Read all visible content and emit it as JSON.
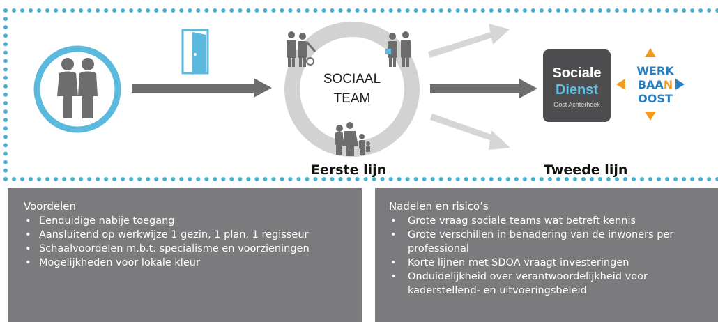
{
  "diagram": {
    "team_lines": [
      "SOCIAAL",
      "TEAM"
    ],
    "first_line_label": "Eerste lijn",
    "second_line_label": "Tweede lijn",
    "sociale_dienst": {
      "line1": "Sociale",
      "line2": "Dienst",
      "line3": "Oost Achterhoek"
    },
    "werkbaan": {
      "line1": "WERK",
      "line2_a": "BAA",
      "line2_b": "N",
      "line3": "OOST"
    },
    "colors": {
      "frame": "#4ab0d0",
      "ring": "#d0d0d0",
      "arrow": "#6d6d6d",
      "panel": "#7b7b7d",
      "accent_orange": "#f39a1f",
      "accent_blue": "#2a7fc0"
    }
  },
  "advantages": {
    "title": "Voordelen",
    "items": [
      "Eenduidige nabije toegang",
      "Aansluitend op werkwijze 1 gezin, 1 plan, 1 regisseur",
      "Schaalvoordelen m.b.t. specialisme en voorzieningen",
      "Mogelijkheden voor lokale kleur"
    ]
  },
  "disadvantages": {
    "title": "Nadelen en risico’s",
    "items": [
      "Grote vraag sociale teams wat betreft kennis",
      "Grote verschillen in benadering van de inwoners per professional",
      "Korte lijnen met SDOA vraagt investeringen",
      "Onduidelijkheid over verantwoordelijkheid voor kaderstellend- en uitvoeringsbeleid"
    ]
  }
}
